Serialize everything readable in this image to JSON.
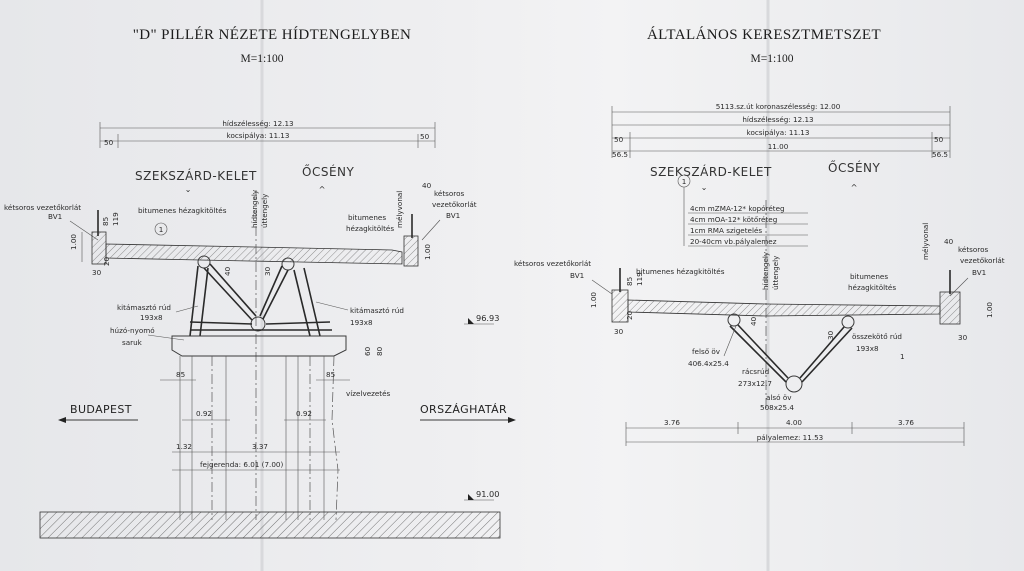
{
  "left": {
    "title": "\"D\" PILLÉR NÉZETE HÍDTENGELYBEN",
    "scale": "M=1:100",
    "dims": {
      "hidszelesseg": "hídszélesség: 12.13",
      "kocsipalya": "kocsipálya: 11.13",
      "d50a": "50",
      "d50b": "50",
      "d1_00a": "1.00",
      "d1_00b": "1.00",
      "d85": "85",
      "d119": "119",
      "d20": "20",
      "d30a": "30",
      "d40a": "40",
      "d40b": "40",
      "d30b": "30",
      "d60": "60",
      "d80": "80",
      "d85b": "85",
      "d85c": "85",
      "d0_92a": "0.92",
      "d0_92b": "0.92",
      "d1_32": "1.32",
      "d3_37": "3.37",
      "fejgerenda": "fejgerenda: 6.01 (7.00)"
    },
    "labels": {
      "szekszard": "SZEKSZÁRD-KELET",
      "ocseny": "ŐCSÉNY",
      "ketsoros_left": "kétsoros vezetőkorlát",
      "bv1_left": "BV1",
      "bitumenes_left": "bitumenes hézagkitöltés",
      "hidtengely": "hídtengely",
      "uttengely": "úttengely",
      "bitumenes_r1": "bitumenes",
      "bitumenes_r2": "hézagkitöltés",
      "melyvonal": "mélyvonal",
      "ketsoros_r1": "kétsoros",
      "ketsoros_r2": "vezetőkorlát",
      "bv1_right": "BV1",
      "kitamaszto_l1": "kitámasztó rúd",
      "kitamaszto_l2": "193x8",
      "huzo1": "húzó-nyomó",
      "huzo2": "saruk",
      "kitamaszto_r1": "kitámasztó rúd",
      "kitamaszto_r2": "193x8",
      "elev_top": "96.93",
      "elev_bottom": "91.00",
      "vizelvezetes": "vízelvezetés",
      "circle1": "1"
    },
    "directions": {
      "budapest": "BUDAPEST",
      "orszaghatar": "ORSZÁGHATÁR"
    }
  },
  "right": {
    "title": "ÁLTALÁNOS KERESZTMETSZET",
    "scale": "M=1:100",
    "dims": {
      "koronaszelesseg": "5113.sz.út koronaszélesség: 12.00",
      "hidszelesseg": "hídszélesség: 12.13",
      "kocsipalya": "kocsipálya: 11.13",
      "d50a": "50",
      "d50b": "50",
      "d56a": "56.5",
      "d56b": "56.5",
      "d1100": "11.00",
      "d85": "85",
      "d119": "119",
      "d1_00a": "1.00",
      "d1_00b": "1.00",
      "d20": "20",
      "d30a": "30",
      "d40a": "40",
      "d30b": "30",
      "d40b": "40",
      "d376a": "3.76",
      "d400": "4.00",
      "d376b": "3.76",
      "palyalemez": "pályalemez: 11.53"
    },
    "labels": {
      "szekszard": "SZEKSZÁRD-KELET",
      "ocseny": "ŐCSÉNY",
      "circle1": "1",
      "layer1": "4cm mZMA-12* kopóréteg",
      "layer2": "4cm mOA-12* kötőréteg",
      "layer3": "1cm RMA szigetelés",
      "layer4": "20-40cm vb.pályalemez",
      "ketsoros_left": "kétsoros vezetőkorlát",
      "bv1_left": "BV1",
      "bitumenes_left": "bitumenes hézagkitöltés",
      "hidtengely": "hídtengely",
      "uttengely": "úttengely",
      "melyvonal": "mélyvonal",
      "bitumenes_r1": "bitumenes",
      "bitumenes_r2": "hézagkitöltés",
      "ketsoros_r1": "kétsoros",
      "ketsoros_r2": "vezetőkorlát",
      "bv1_right": "BV1",
      "osszekoto1": "összekötő rúd",
      "osszekoto2": "193x8",
      "circle1b": "1",
      "felso1": "felső öv",
      "felso2": "406.4x25.4",
      "racsrud1": "rácsrúd",
      "racsrud2": "273x12.7",
      "also1": "alsó öv",
      "also2": "508x25.4"
    }
  }
}
